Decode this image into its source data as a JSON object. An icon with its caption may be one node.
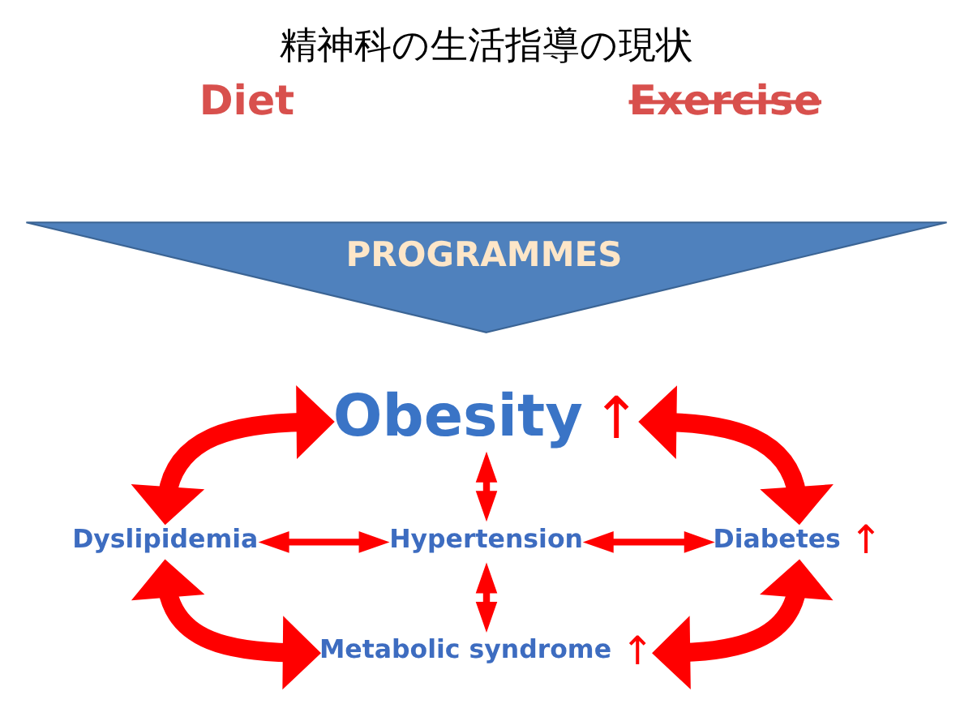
{
  "diagram": {
    "title": "精神科の生活指導の現状",
    "nodes": [
      {
        "text": [
          "PROGRAMMES"
        ]
      },
      {
        "text": [
          "Obesity"
        ],
        "beside": [
          "↑"
        ]
      },
      {
        "text": [
          "Dyslipidemia"
        ]
      },
      {
        "text": [
          "Hypertension"
        ]
      },
      {
        "text": [
          "Diabetes"
        ],
        "beside": [
          "↑"
        ]
      },
      {
        "text": [
          "Metabolic syndrome"
        ],
        "beside": [
          "↑"
        ]
      }
    ],
    "edges": [
      {
        "from": 1,
        "to": 2,
        "arrow": "both",
        "style": "thick"
      },
      {
        "from": 1,
        "to": 4,
        "arrow": "both",
        "style": "thick"
      },
      {
        "from": 1,
        "to": 3,
        "arrow": "both"
      },
      {
        "from": 2,
        "to": 3,
        "arrow": "both"
      },
      {
        "from": 3,
        "to": 4,
        "arrow": "both"
      },
      {
        "from": 2,
        "to": 5,
        "arrow": "both",
        "style": "thick"
      },
      {
        "from": 3,
        "to": 5,
        "arrow": "both"
      },
      {
        "from": 4,
        "to": 5,
        "arrow": "both",
        "style": "thick"
      }
    ],
    "labels": [
      "Diet",
      "Exercise"
    ]
  }
}
